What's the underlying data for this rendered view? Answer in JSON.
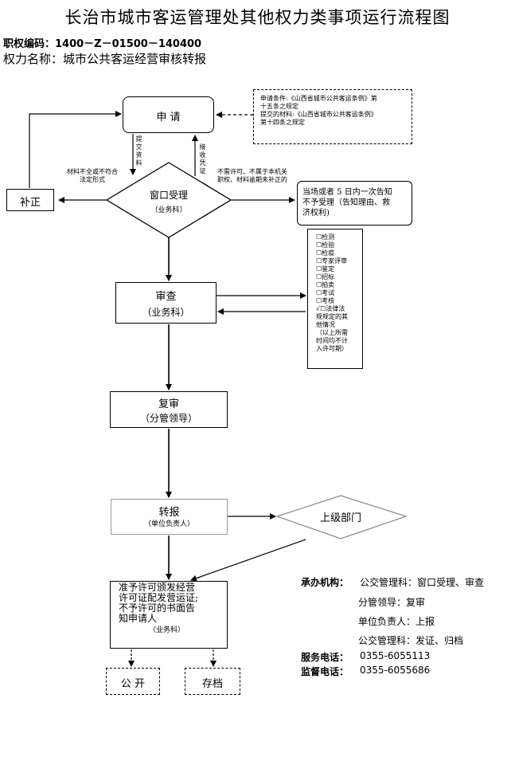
{
  "page": {
    "title": "长治市城市客运管理处其他权力类事项运行流程图",
    "code": "职权编码：1400－Z－01500－140400",
    "power_name": "权力名称：城市公共客运经营审核转报"
  },
  "flow": {
    "apply": "申  请",
    "conditions": [
      "申请条件:《山西省城市公共客运条例》第",
      "十五条之规定",
      "提交的材料:《山西省城市公共客运条例》",
      "第十四条之规定"
    ],
    "submit_label": [
      "提",
      "交",
      "资",
      "料"
    ],
    "receipt_label": [
      "接",
      "收",
      "凭",
      "证"
    ],
    "window": "窗口受理",
    "window_dept": "（业务科）",
    "correction": "补正",
    "incomplete_label": [
      "材料不全或不符合",
      "法定形式"
    ],
    "reject_label": [
      "不需许可、不属于本机关",
      "职权、材料逾期未补正的"
    ],
    "notice": [
      "当场或者 5 日内一次告知",
      "不予受理（告知理由、救",
      "济权利)"
    ],
    "review": "审查",
    "review_dept": "（业务科）",
    "checklist": [
      "☐检测",
      "☐检验",
      "☐检疫",
      "☐专家评审",
      "☐鉴定",
      "☐招标",
      "☐拍卖",
      "☐考试",
      "☐考核",
      "√☐法律法",
      "规规定的其",
      "他情况",
      "（以上所需",
      "时间均不计",
      "入许可期）"
    ],
    "recheck": "复审",
    "recheck_dept": "（分管领导）",
    "forward": "转报",
    "forward_dept": "（单位负责人）",
    "superior": "上级部门",
    "decision": [
      "准予许可颁发经营",
      "许可证配发营运证;",
      "不予许可的书面告",
      "知申请人"
    ],
    "decision_dept": "（业务科）",
    "publish": "公  开",
    "archive": "存档"
  },
  "contacts": {
    "org_label": "承办机构：",
    "org_1": "公交管理科：窗口受理、审查",
    "org_2": "分管领导：复审",
    "org_3": "单位负责人：上报",
    "org_4": "公交管理科：发证、归档",
    "service_label": "服务电话：",
    "service_phone": "0355-6055113",
    "supervise_label": "监督电话：",
    "supervise_phone": "0355-6055686"
  }
}
